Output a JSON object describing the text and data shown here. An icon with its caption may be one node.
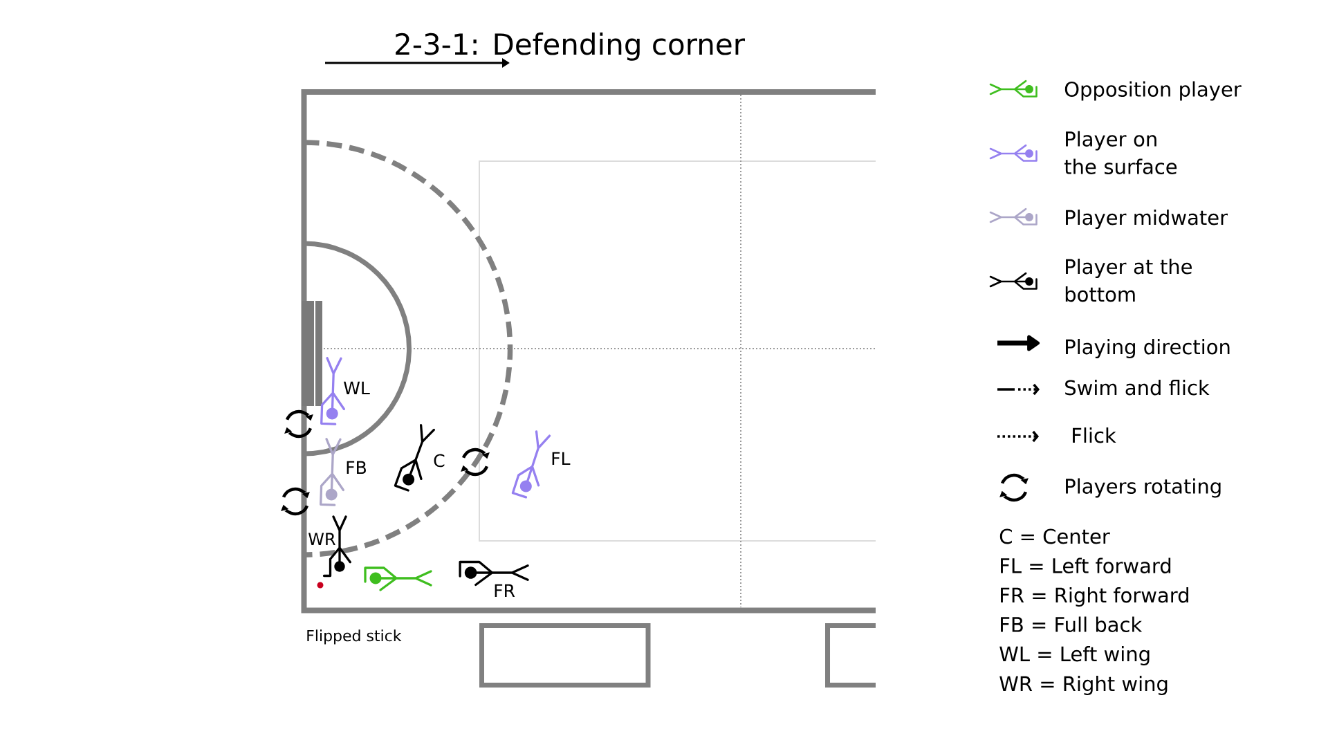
{
  "diagram": {
    "title": "2-3-1: Defending corner",
    "labels": [
      "WL",
      "FB",
      "C",
      "FL",
      "WR",
      "FR",
      "Flipped stick",
      "C = Center",
      "FL = Left forward",
      "FR = Right forward",
      "FB = Full back",
      "WL = Left wing",
      "WR = Right wing"
    ],
    "legend": [
      {
        "text": "Opposition player"
      },
      {
        "text": "Player on the surface"
      },
      {
        "text": "Player midwater"
      },
      {
        "text": "Player at the bottom"
      },
      {
        "text": "Playing direction"
      },
      {
        "text": "Swim and flick"
      },
      {
        "text": "Flick"
      },
      {
        "text": "Players rotating"
      }
    ]
  }
}
